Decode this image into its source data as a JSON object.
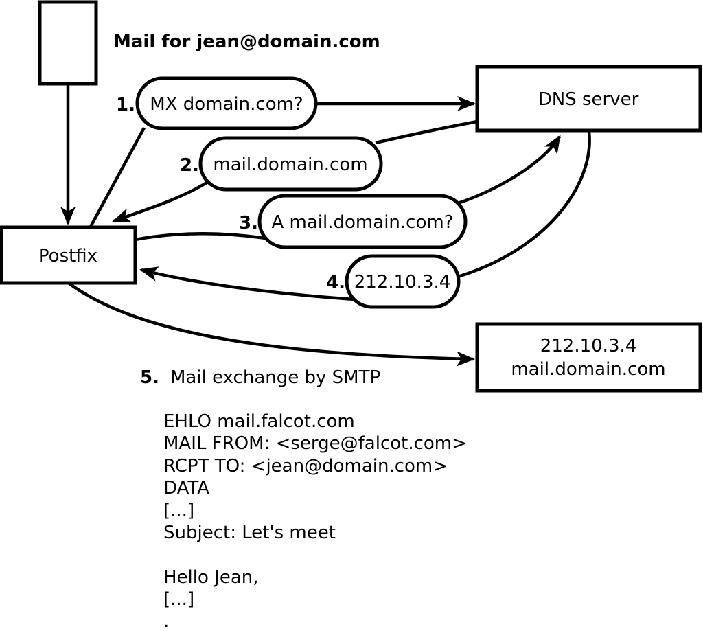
{
  "note": "Mail for jean@domain.com",
  "nodes": {
    "postfix": {
      "label": "Postfix"
    },
    "dns": {
      "label": "DNS server"
    },
    "target": {
      "line1": "212.10.3.4",
      "line2": "mail.domain.com"
    }
  },
  "steps": [
    {
      "num": "1.",
      "label": "MX domain.com?"
    },
    {
      "num": "2.",
      "label": "mail.domain.com"
    },
    {
      "num": "3.",
      "label": "A mail.domain.com?"
    },
    {
      "num": "4.",
      "label": "212.10.3.4"
    },
    {
      "num": "5.",
      "label": "Mail exchange by SMTP"
    }
  ],
  "smtp_session": {
    "lines": [
      "EHLO mail.falcot.com",
      "MAIL FROM: <serge@falcot.com>",
      "RCPT TO: <jean@domain.com>",
      "DATA",
      "[...]",
      "Subject: Let's meet",
      "",
      "Hello Jean,",
      "[...]",
      "."
    ]
  },
  "colors": {
    "stroke": "#000000",
    "background": "#ffffff"
  }
}
